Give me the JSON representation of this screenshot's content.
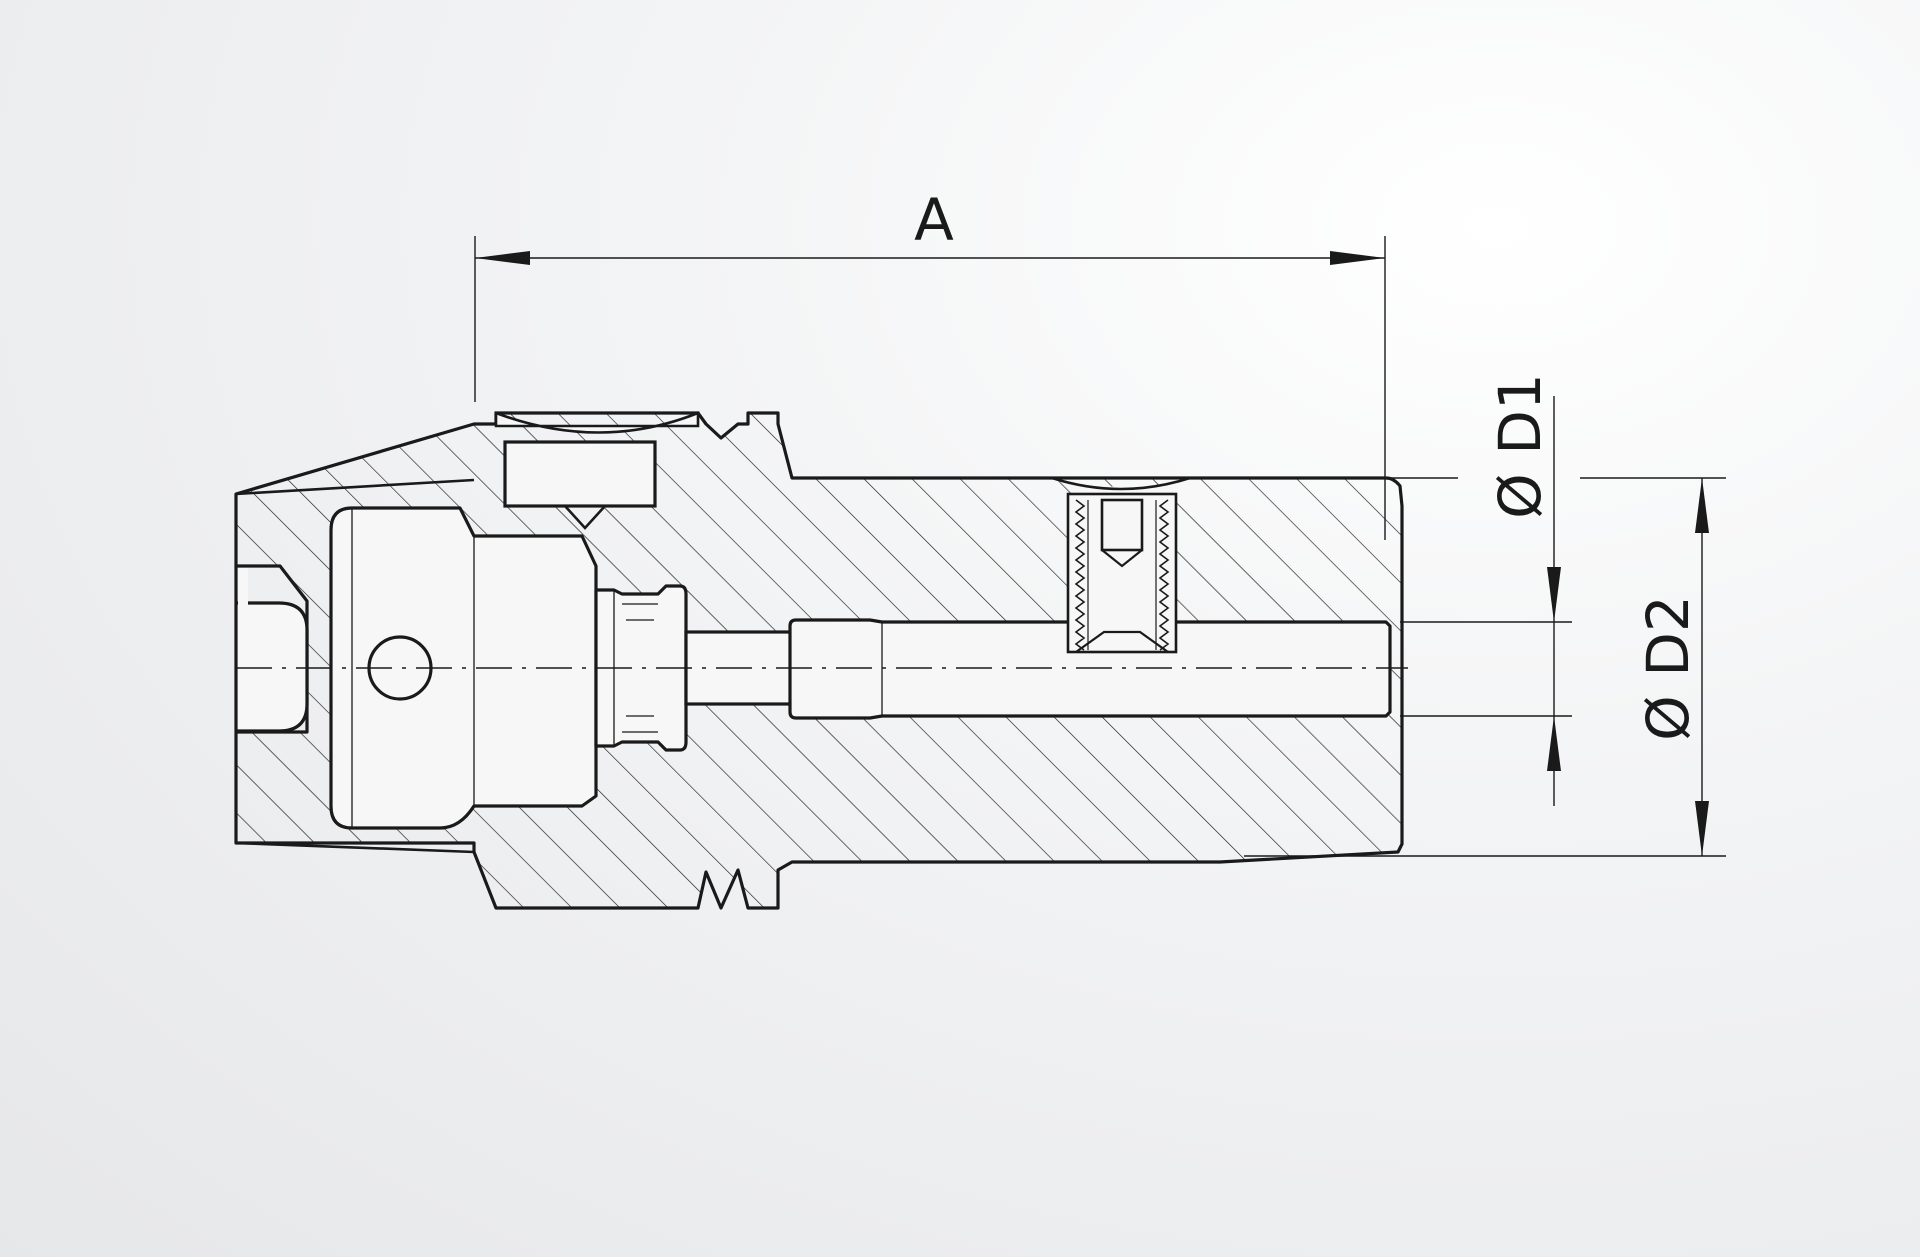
{
  "drawing": {
    "dimensions": {
      "a": "A",
      "d1": "Ø D1",
      "d2": "Ø D2"
    },
    "colors": {
      "line": "#1a1a1a",
      "hatch": "#1a1a1a",
      "part_fill": "#f7f7f8",
      "background": "#e9eaeb"
    }
  }
}
